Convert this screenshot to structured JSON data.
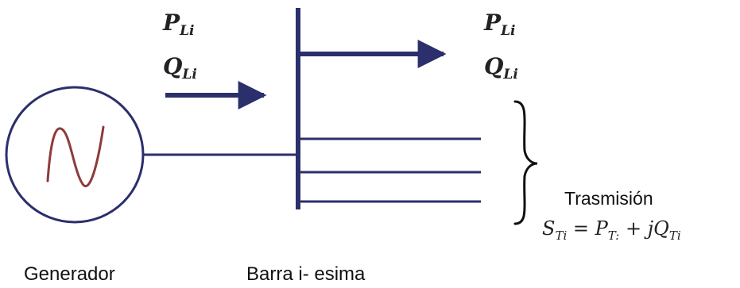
{
  "labels": {
    "generator": "Generador",
    "bus": "Barra i- esima",
    "transmission": "Trasmisión"
  },
  "math": {
    "p_left_base": "P",
    "p_left_sub": "Li",
    "q_left_base": "Q",
    "q_left_sub": "Li",
    "p_right_base": "P",
    "p_right_sub": "Li",
    "q_right_base": "Q",
    "q_right_sub": "Li",
    "eq_s": "S",
    "eq_s_sub": "Ti",
    "eq_equals": " = ",
    "eq_p": "P",
    "eq_p_sub": "T:",
    "eq_plus": " + ",
    "eq_j": "j",
    "eq_q": "Q",
    "eq_q_sub": "Ti"
  },
  "colors": {
    "line": "#2b2f6b",
    "wave": "#8e3b3b",
    "text": "#111111"
  }
}
